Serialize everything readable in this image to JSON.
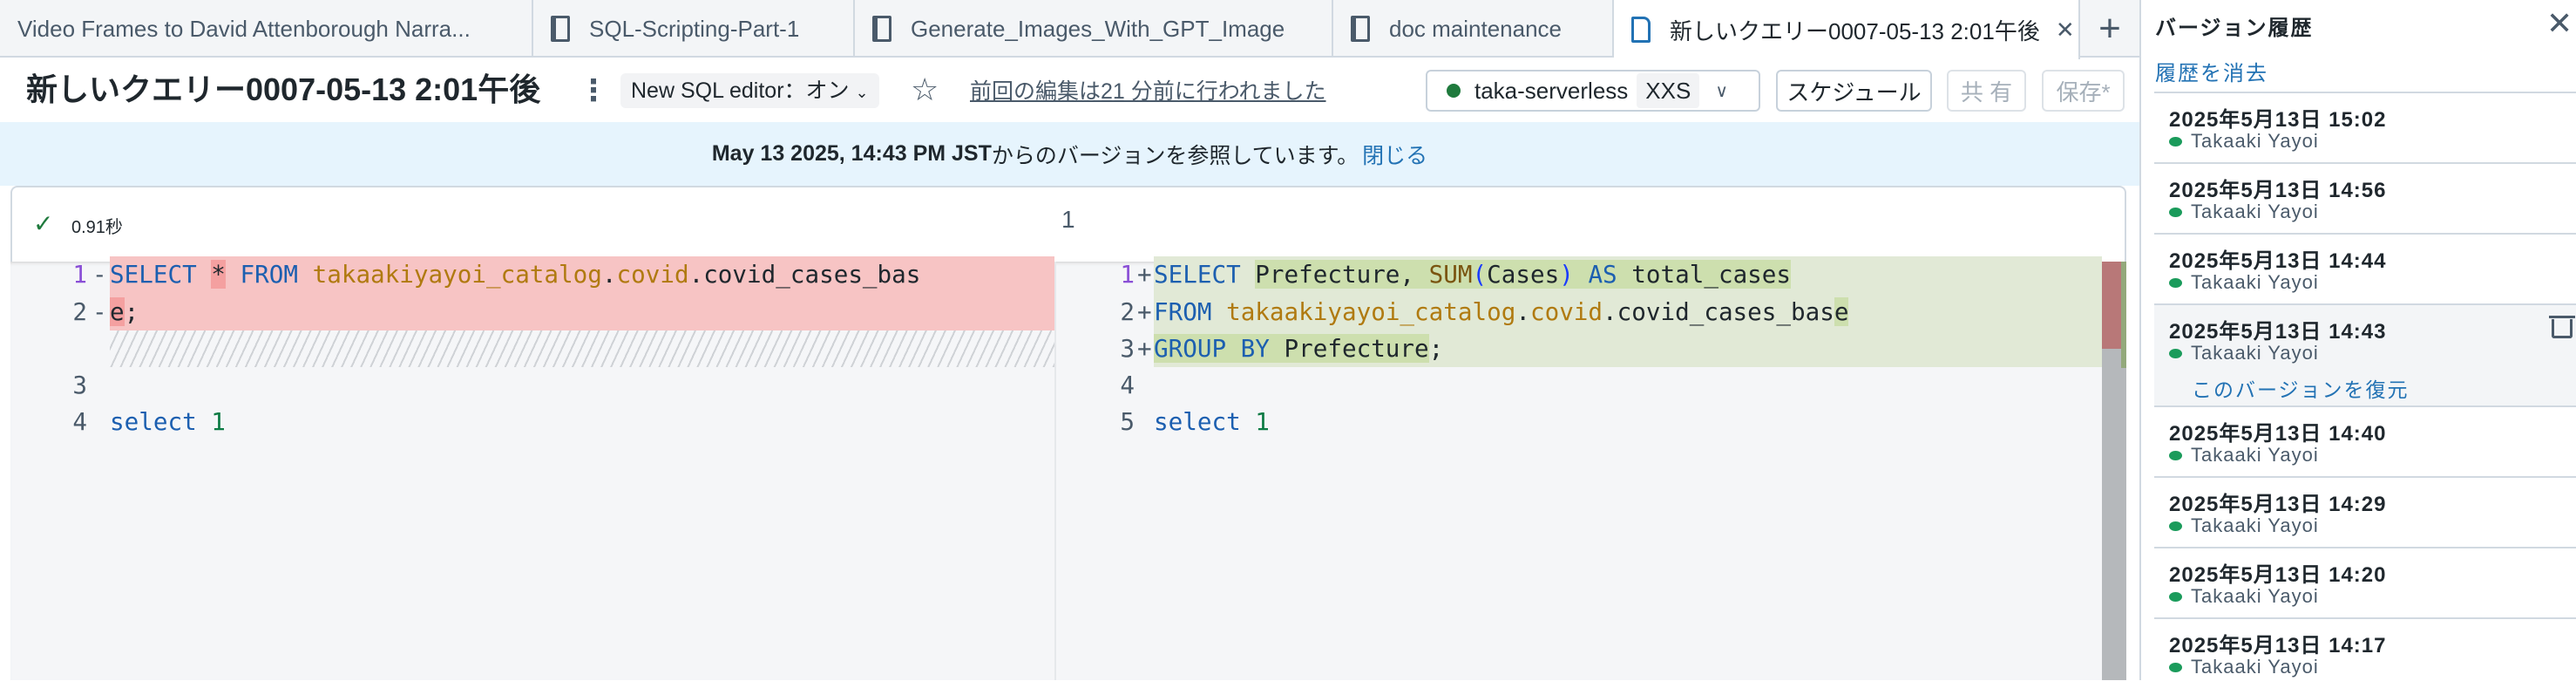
{
  "tabs": [
    {
      "label": "Video Frames to David Attenborough Narra...",
      "icon": "none"
    },
    {
      "label": "SQL-Scripting-Part-1",
      "icon": "notebook-icon"
    },
    {
      "label": "Generate_Images_With_GPT_Image",
      "icon": "notebook-icon"
    },
    {
      "label": "doc maintenance",
      "icon": "notebook-icon"
    },
    {
      "label": "新しいクエリー0007-05-13 2:01午後",
      "icon": "query-file-icon",
      "active": true
    }
  ],
  "header": {
    "title": "新しいクエリー0007-05-13 2:01午後",
    "new_editor": "New SQL editor：オン",
    "last_edit": "前回の編集は21 分前に行われました",
    "warehouse": "taka-serverless",
    "warehouse_size": "XXS",
    "warehouse_status_color": "#1f7a3d",
    "schedule": "スケジュール",
    "share": "共 有",
    "save": "保存*"
  },
  "banner": {
    "date": "May 13 2025, 14:43 PM JST",
    "text": "からのバージョンを参照しています。",
    "close": "閉じる"
  },
  "result": {
    "duration": "0.91秒",
    "count": "1"
  },
  "diff": {
    "left": {
      "ln": [
        "1",
        "2",
        "3",
        "4"
      ],
      "l1a": "SELECT ",
      "l1b": "*",
      "l1c": " FROM ",
      "l1d": "takaakiyayoi_catalog",
      "l1e": ".",
      "l1f": "covid",
      "l1g": ".covid_cases_bas",
      "l2a": "e",
      "l2b": ";",
      "l4a": "select ",
      "l4b": "1"
    },
    "right": {
      "ln": [
        "1",
        "2",
        "3",
        "4",
        "5"
      ],
      "r1a": "SELECT ",
      "r1b": "Prefecture, ",
      "r1c": "SUM",
      "r1d": "(",
      "r1e": "Cases",
      "r1f": ")",
      "r1g": " AS ",
      "r1h": "total_cases",
      "r2a": "FROM ",
      "r2b": "takaakiyayoi_catalog",
      "r2c": ".",
      "r2d": "covid",
      "r2e": ".covid_cases_bas",
      "r2f": "e",
      "r3a": "GROUP BY ",
      "r3b": "Prefecture",
      "r3c": ";",
      "r5a": "select ",
      "r5b": "1"
    }
  },
  "sidebar": {
    "title": "バージョン履歴",
    "clear": "履歴を消去",
    "restore": "このバージョンを復元",
    "items": [
      {
        "date": "2025年5月13日 15:02",
        "author": "Takaaki Yayoi"
      },
      {
        "date": "2025年5月13日 14:56",
        "author": "Takaaki Yayoi"
      },
      {
        "date": "2025年5月13日 14:44",
        "author": "Takaaki Yayoi"
      },
      {
        "date": "2025年5月13日 14:43",
        "author": "Takaaki Yayoi",
        "selected": true
      },
      {
        "date": "2025年5月13日 14:40",
        "author": "Takaaki Yayoi"
      },
      {
        "date": "2025年5月13日 14:29",
        "author": "Takaaki Yayoi"
      },
      {
        "date": "2025年5月13日 14:20",
        "author": "Takaaki Yayoi"
      },
      {
        "date": "2025年5月13日 14:17",
        "author": "Takaaki Yayoi"
      }
    ]
  }
}
